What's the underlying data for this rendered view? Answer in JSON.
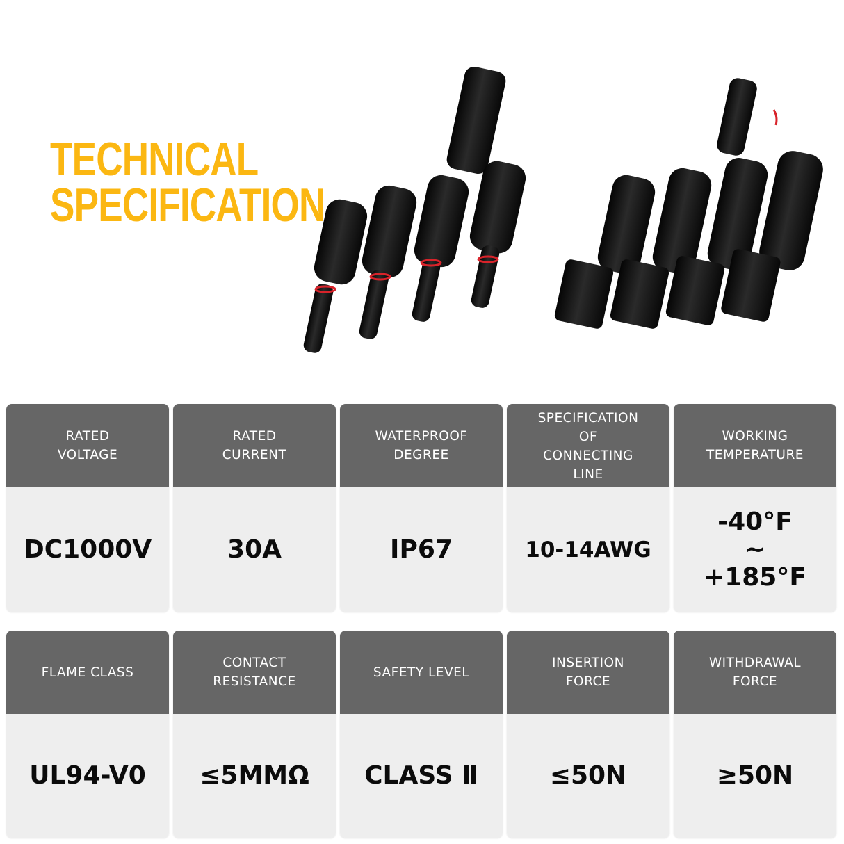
{
  "title": {
    "line1": "TECHNICAL",
    "line2": "SPECIFICATION",
    "color": "#fbb712"
  },
  "product_image": {
    "description": "Two black 1-to-4 MC4 solar branch connectors (male and female) with red seal rings"
  },
  "specs_row1": [
    {
      "label": "RATED\nVOLTAGE",
      "value": "DC1000V"
    },
    {
      "label": "RATED\nCURRENT",
      "value": "30A"
    },
    {
      "label": "WATERPROOF\nDEGREE",
      "value": "IP67"
    },
    {
      "label": "SPECIFICATION\nOF\nCONNECTING\nLINE",
      "value": "10-14AWG"
    },
    {
      "label": "WORKING\nTEMPERATURE",
      "value": "-40°F\n~\n+185°F"
    }
  ],
  "specs_row2": [
    {
      "label": "FLAME CLASS",
      "value": "UL94-V0"
    },
    {
      "label": "CONTACT\nRESISTANCE",
      "value": "≤5MMΩ"
    },
    {
      "label": "SAFETY LEVEL",
      "value": "CLASS Ⅱ"
    },
    {
      "label": "INSERTION\nFORCE",
      "value": "≤50N"
    },
    {
      "label": "WITHDRAWAL\nFORCE",
      "value": "≥50N"
    }
  ],
  "colors": {
    "header_bg": "#666666",
    "value_bg": "#eeeeee",
    "value_text": "#0b0b0b"
  }
}
